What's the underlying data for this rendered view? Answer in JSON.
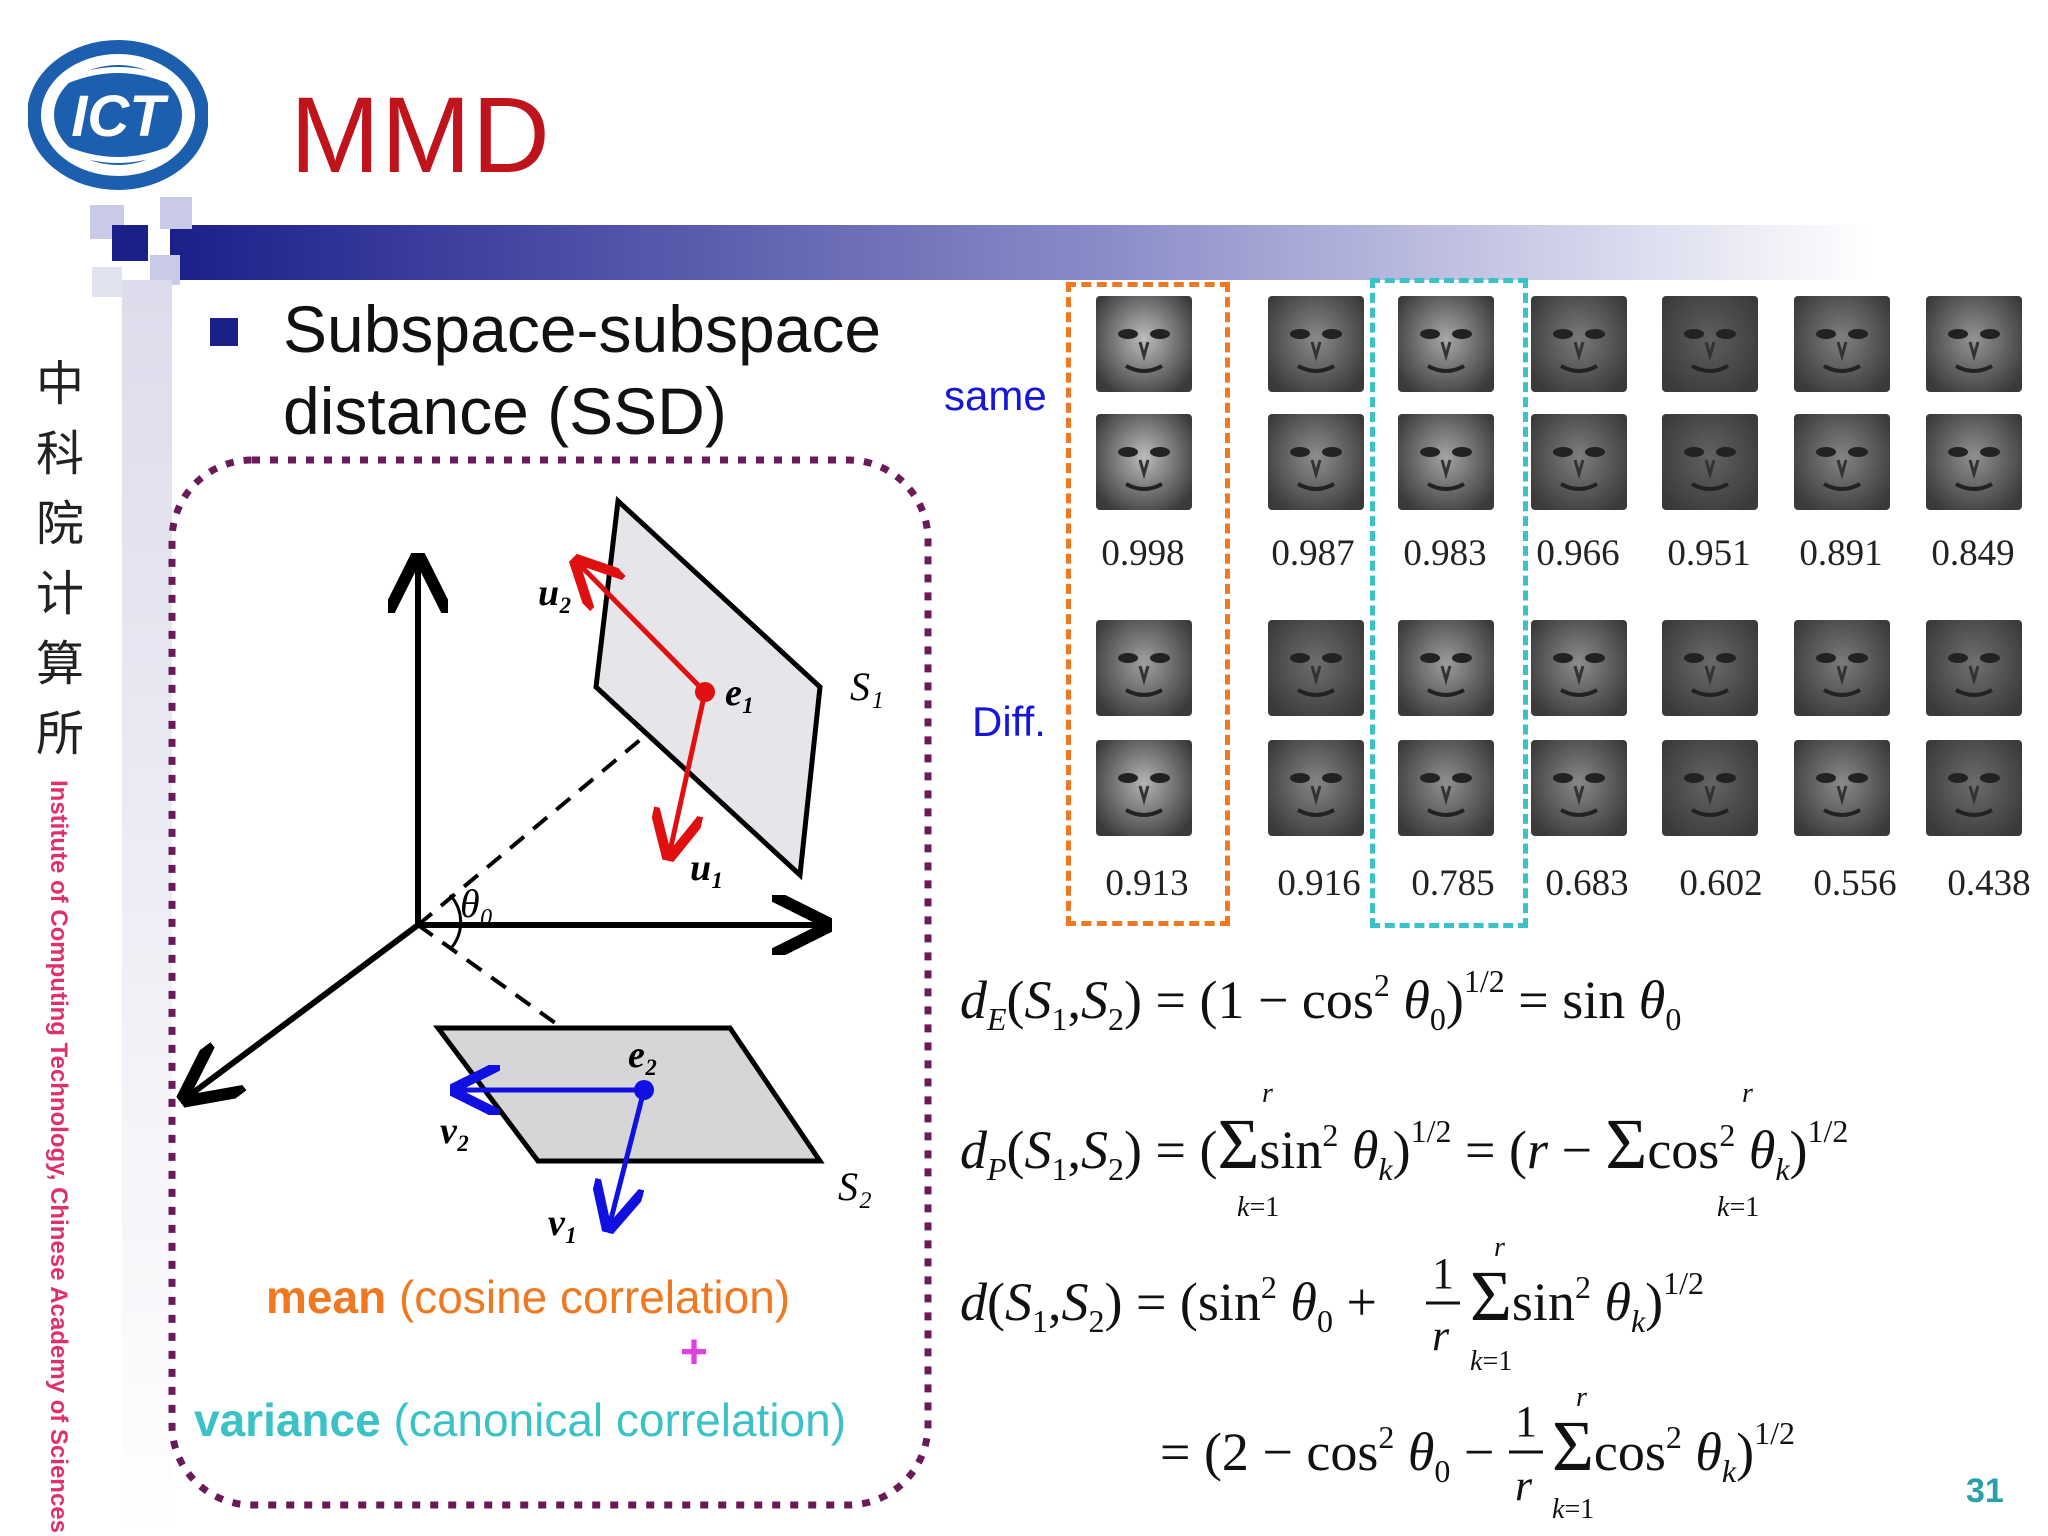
{
  "slide": {
    "title": "MMD",
    "bullet": "Subspace-subspace distance (SSD)",
    "bullet_line1": "Subspace-subspace",
    "bullet_line2": "distance (SSD)",
    "logo_text": "ICT",
    "side_text_cn": "中科院计算所",
    "side_text_en": "Institute of Computing Technology, Chinese Academy of Sciences",
    "page_number": "31"
  },
  "figure": {
    "labels": {
      "u2": "u₂",
      "e1": "e₁",
      "s1": "S₁",
      "u1": "u₁",
      "theta0": "θ₀",
      "e2": "e₂",
      "v2": "v₂",
      "v1": "v₁",
      "s2": "S₂"
    },
    "mean_bold": "mean",
    "mean_rest": " (cosine correlation)",
    "plus": "+",
    "variance_bold": "variance",
    "variance_rest": " (canonical correlation)"
  },
  "faces": {
    "same_label": "same",
    "diff_label": "Diff.",
    "same_values": [
      "0.998",
      "0.987",
      "0.983",
      "0.966",
      "0.951",
      "0.891",
      "0.849"
    ],
    "diff_values": [
      "0.913",
      "0.916",
      "0.785",
      "0.683",
      "0.602",
      "0.556",
      "0.438"
    ]
  },
  "formulas": {
    "f1": "d_E(S₁,S₂) = (1 − cos² θ₀)^{1/2} = sin θ₀",
    "f2": "d_P(S₁,S₂) = (Σ_{k=1}^{r} sin² θ_k)^{1/2} = (r − Σ_{k=1}^{r} cos² θ_k)^{1/2}",
    "f3": "d(S₁,S₂) = (sin² θ₀ + (1/r) Σ_{k=1}^{r} sin² θ_k)^{1/2}",
    "f4": "= (2 − cos² θ₀ − (1/r) Σ_{k=1}^{r} cos² θ_k)^{1/2}"
  },
  "colors": {
    "title": "#c0141c",
    "bullet": "#1b1f8a",
    "header_bar": "#1b1f8a",
    "mean": "#f07820",
    "variance": "#3ac2c8",
    "plus": "#e040e0",
    "orange_box": "#f07820",
    "cyan_box": "#3ac2c8",
    "purple_box": "#6a1a5a",
    "u_arrows": "#e01010",
    "v_arrows": "#1010e0"
  }
}
